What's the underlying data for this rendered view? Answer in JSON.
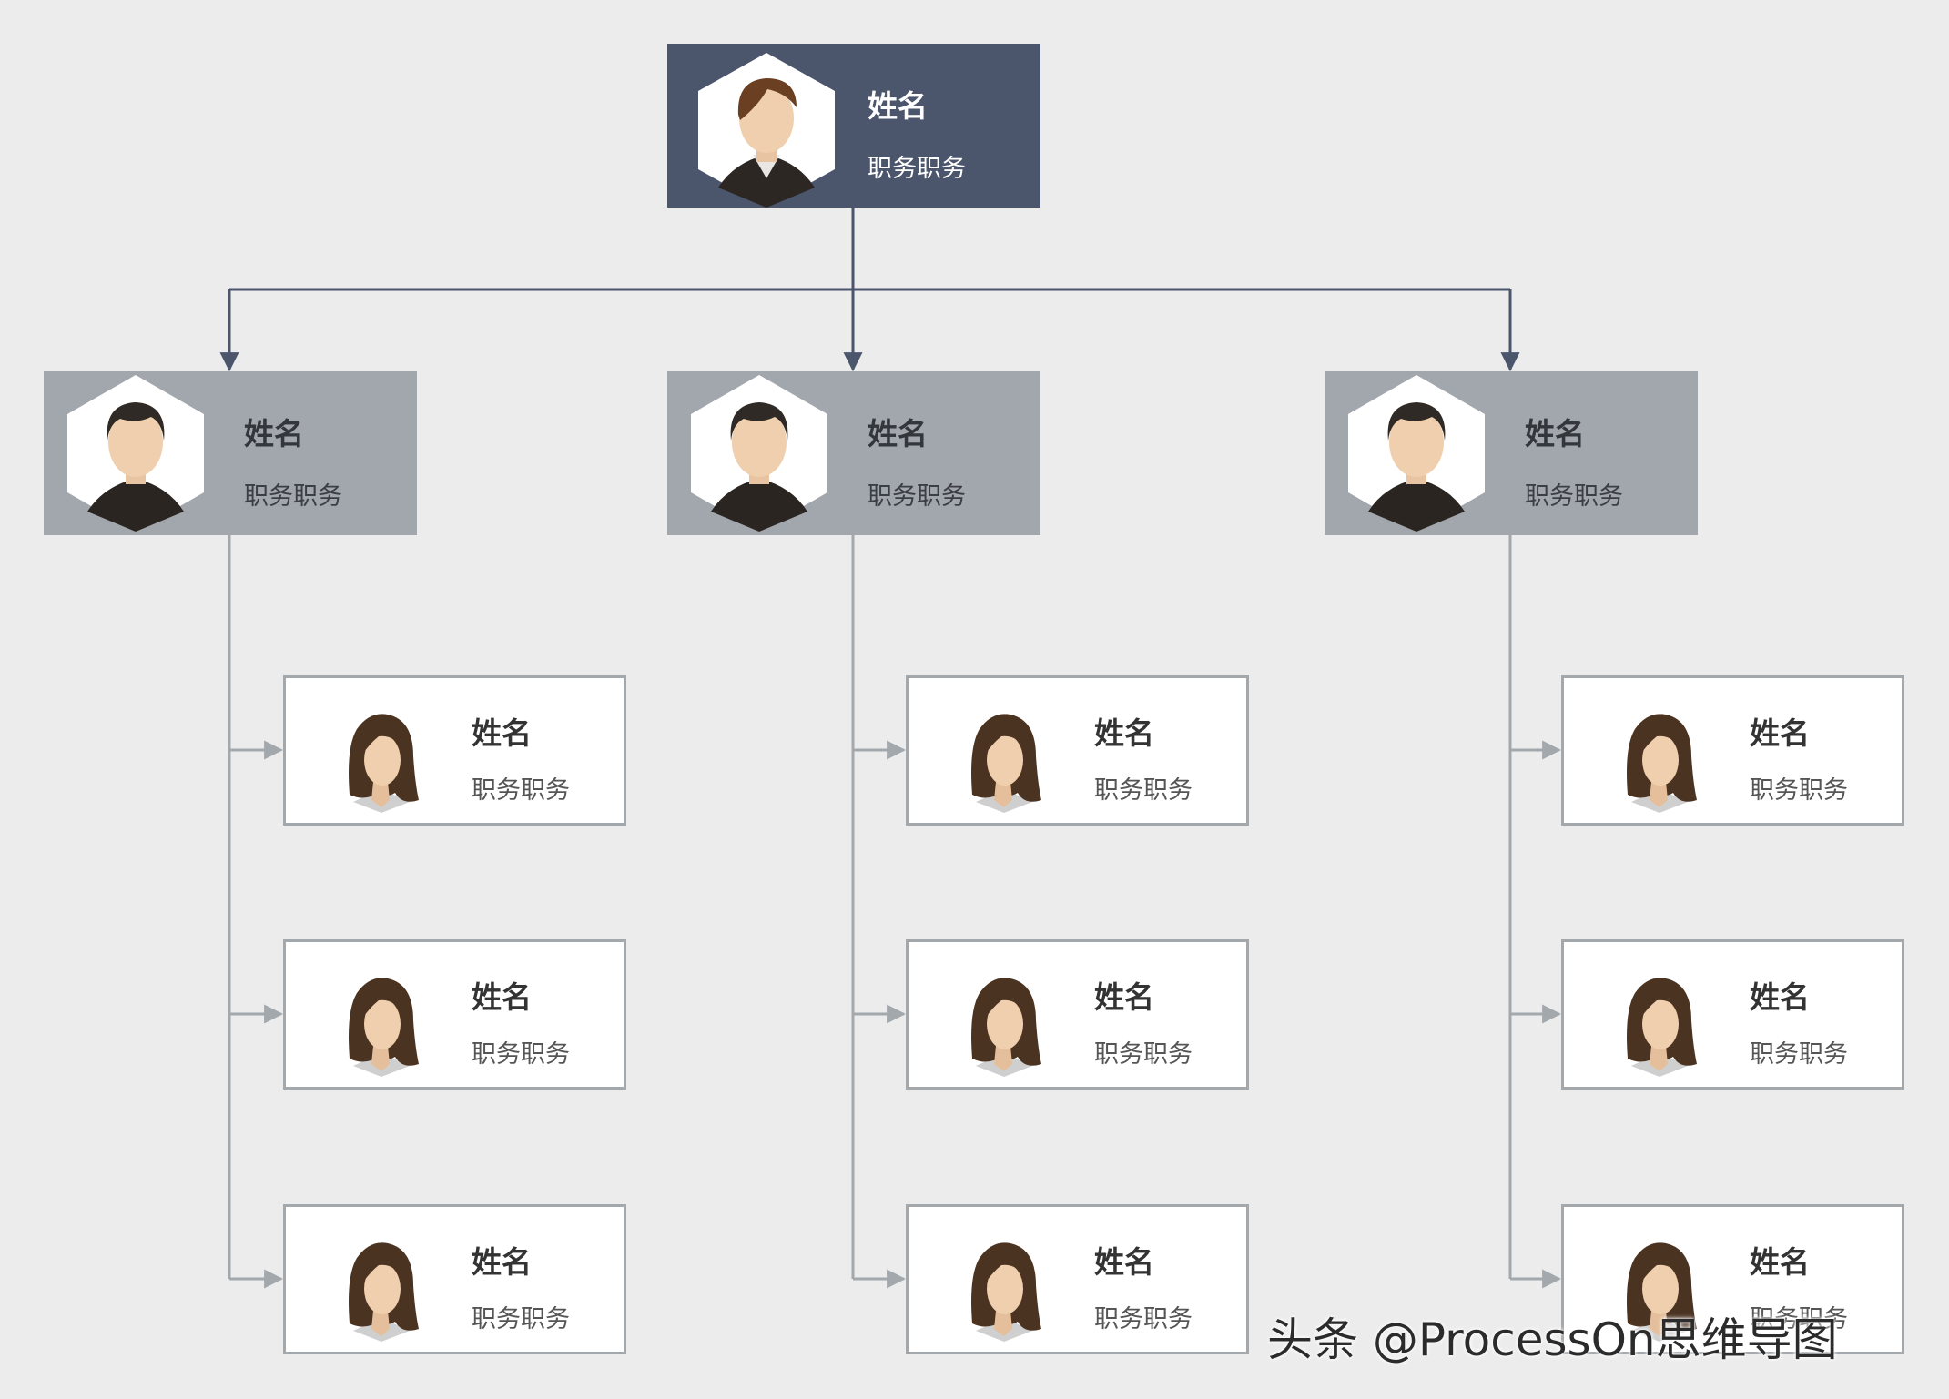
{
  "chart": {
    "root": {
      "name": "姓名",
      "title": "职务职务"
    },
    "managers": [
      {
        "name": "姓名",
        "title": "职务职务",
        "staff": [
          {
            "name": "姓名",
            "title": "职务职务"
          },
          {
            "name": "姓名",
            "title": "职务职务"
          },
          {
            "name": "姓名",
            "title": "职务职务"
          }
        ]
      },
      {
        "name": "姓名",
        "title": "职务职务",
        "staff": [
          {
            "name": "姓名",
            "title": "职务职务"
          },
          {
            "name": "姓名",
            "title": "职务职务"
          },
          {
            "name": "姓名",
            "title": "职务职务"
          }
        ]
      },
      {
        "name": "姓名",
        "title": "职务职务",
        "staff": [
          {
            "name": "姓名",
            "title": "职务职务"
          },
          {
            "name": "姓名",
            "title": "职务职务"
          },
          {
            "name": "姓名",
            "title": "职务职务"
          }
        ]
      }
    ]
  },
  "watermark": "头条 @ProcessOn思维导图",
  "colors": {
    "background": "#ebeceb",
    "root_fill": "#4b556c",
    "manager_fill": "#a2a7ad",
    "staff_fill": "#ffffff",
    "staff_border": "#a3a8ad",
    "primary_connector": "#4b556c",
    "secondary_connector": "#a3a8ad"
  }
}
